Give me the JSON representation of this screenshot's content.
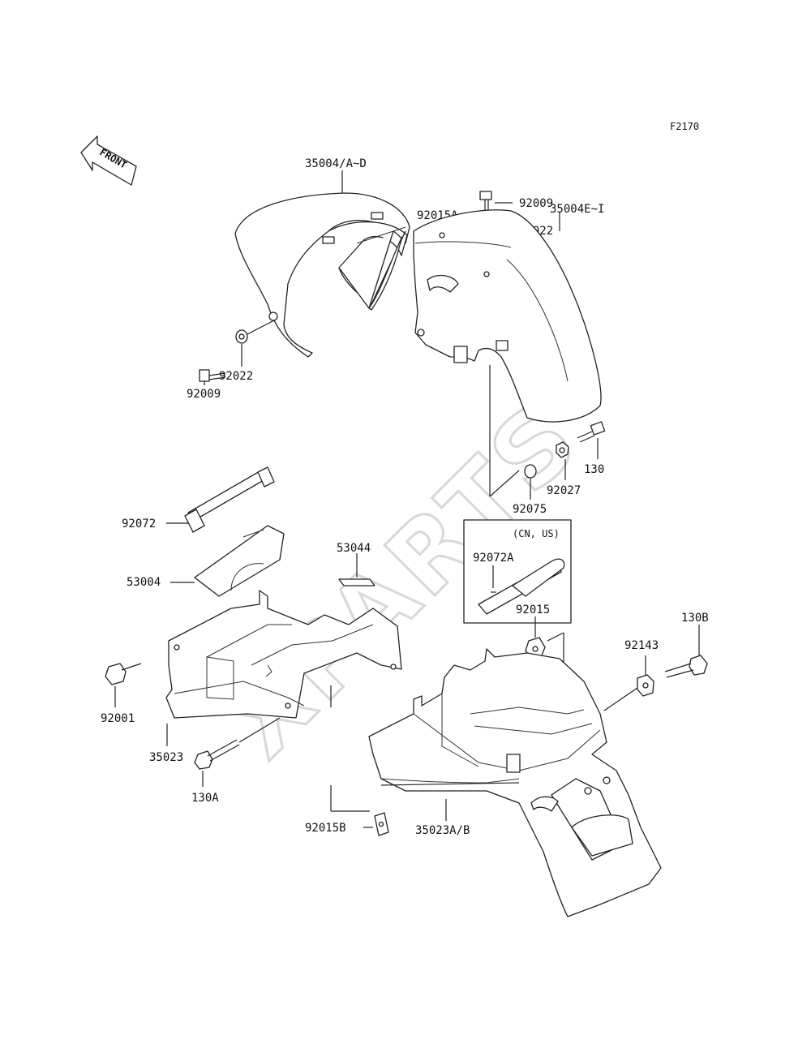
{
  "diagram_code": "F2170",
  "watermark": "XPARTS",
  "front_arrow_label": "FRONT",
  "variant_note": "(CN, US)",
  "labels": {
    "front_fender_a_d": "35004/A~D",
    "front_fender_e_i": "35004E~I",
    "nut_92015a": "92015A",
    "bolt_92009_top": "92009",
    "washer_92022_top": "92022",
    "bolt_92009_left": "92009",
    "washer_92022_left": "92022",
    "bolt_130": "130",
    "collar_92027": "92027",
    "washer_92075": "92075",
    "strap_92072": "92072",
    "cover_53004": "53004",
    "pad_53044": "53044",
    "strap_92072a": "92072A",
    "nut_92015": "92015",
    "bolt_130b": "130B",
    "collar_92143": "92143",
    "bolt_92001": "92001",
    "fender_35023": "35023",
    "bolt_130a": "130A",
    "nut_92015b": "92015B",
    "fender_35023ab": "35023A/B"
  }
}
